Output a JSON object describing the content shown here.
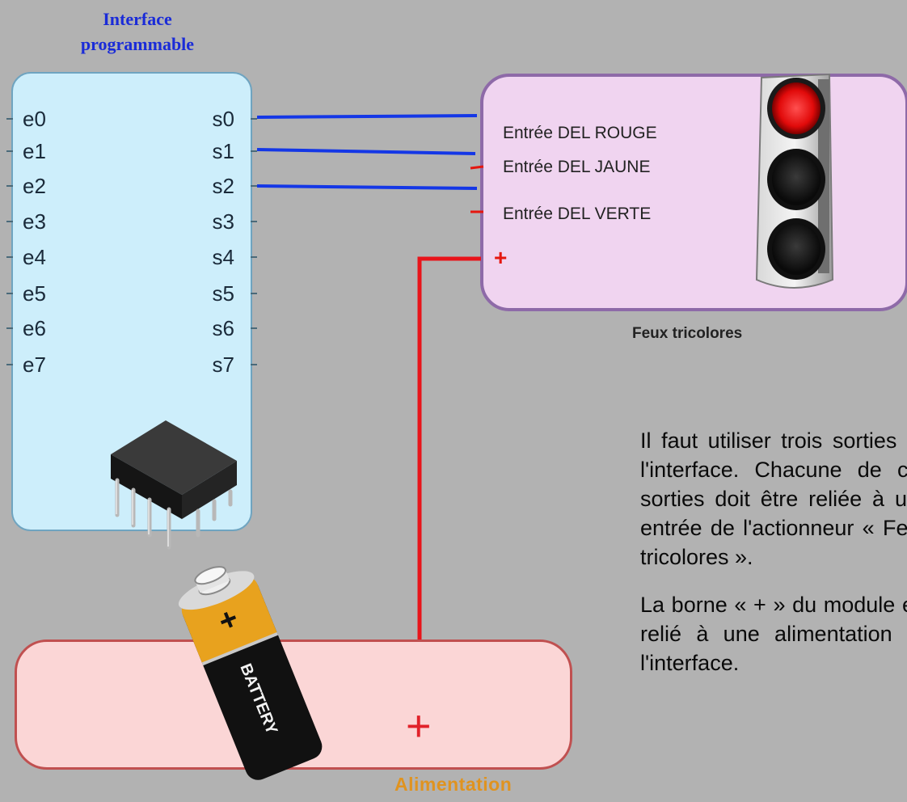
{
  "interface": {
    "title_line1": "Interface",
    "title_line2": "programmable",
    "inputs": [
      "e0",
      "e1",
      "e2",
      "e3",
      "e4",
      "e5",
      "e6",
      "e7"
    ],
    "outputs": [
      "s0",
      "s1",
      "s2",
      "s3",
      "s4",
      "s5",
      "s6",
      "s7"
    ]
  },
  "feux": {
    "labels": [
      "Entrée DEL ROUGE",
      "Entrée DEL JAUNE",
      "Entrée DEL VERTE"
    ],
    "plus": "+",
    "caption": "Feux tricolores"
  },
  "alimentation": {
    "plus": "+",
    "caption": "Alimentation",
    "battery_text": "BATTERY",
    "battery_plus": "+"
  },
  "text": {
    "paragraph1": "Il faut utiliser trois sorties de l'interface. Chacune de ces sorties doit être reliée à une entrée de l'actionneur « Feux tricolores ».",
    "paragraph2": "La borne « + » du module est relié à une alimentation de l'interface."
  },
  "colors": {
    "wire_output": "#1437e6",
    "wire_power": "#e8141a",
    "interface_fill": "#cdeefb",
    "feux_fill": "#f0d4f0",
    "alim_fill": "#fbd6d6"
  },
  "icons": [
    "chip-icon",
    "traffic-light-icon",
    "battery-icon"
  ]
}
